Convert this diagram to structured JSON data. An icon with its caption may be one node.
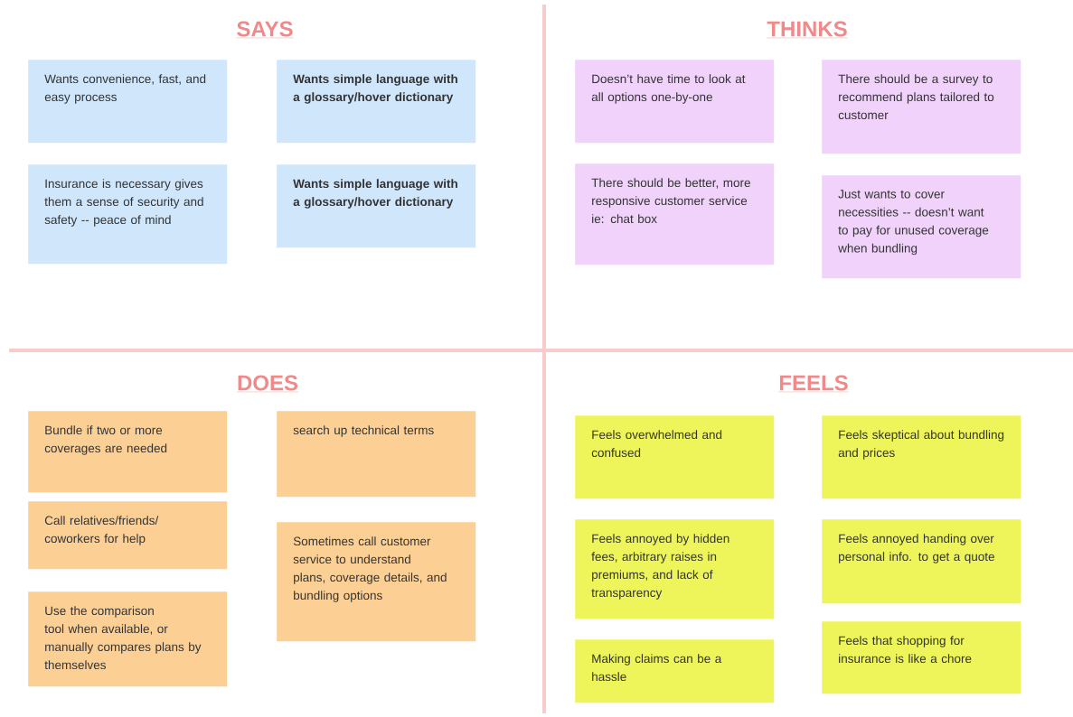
{
  "diagram": {
    "nodes": [
      {
        "text": [
          "Wants convenience, fast, and easy process"
        ]
      },
      {
        "text": [
          "Wants simple language with a glossary/hover dictionary"
        ]
      },
      {
        "text": [
          "Insurance is necessary gives them a sense of security and safety -- peace of mind"
        ]
      },
      {
        "text": [
          "Wants simple language with a glossary/hover dictionary"
        ]
      },
      {
        "text": [
          "Doesn’t have time to look at all options one-by-one"
        ]
      },
      {
        "text": [
          "There should be a survey to recommend plans tailored to customer"
        ]
      },
      {
        "text": [
          "There should be better, more responsive customer service ie: chat box"
        ]
      },
      {
        "text": [
          "Just wants to cover necessities -- doesn’t want to pay for unused coverage when bundling"
        ]
      },
      {
        "text": [
          "Bundle if two or more coverages are needed"
        ]
      },
      {
        "text": [
          "search up technical terms"
        ]
      },
      {
        "text": [
          "Call relatives/friends/ coworkers for help"
        ]
      },
      {
        "text": [
          "Sometimes call customer service to understand plans, coverage details, and bundling options"
        ]
      },
      {
        "text": [
          "Use the comparison tool when available, or manually compares plans by themselves"
        ]
      },
      {
        "text": [
          "Feels overwhelmed and confused"
        ]
      },
      {
        "text": [
          "Feels skeptical about bundling and prices"
        ]
      },
      {
        "text": [
          "Feels annoyed by hidden fees, arbitrary raises in premiums, and lack of transparency"
        ]
      },
      {
        "text": [
          "Feels annoyed handing over personal info. to get a quote"
        ]
      },
      {
        "text": [
          "Making claims can be a hassle"
        ]
      },
      {
        "text": [
          "Feels that shopping for insurance is like a chore"
        ]
      }
    ],
    "labels": [
      "SAYS",
      "THINKS",
      "DOES",
      "FEELS"
    ]
  }
}
